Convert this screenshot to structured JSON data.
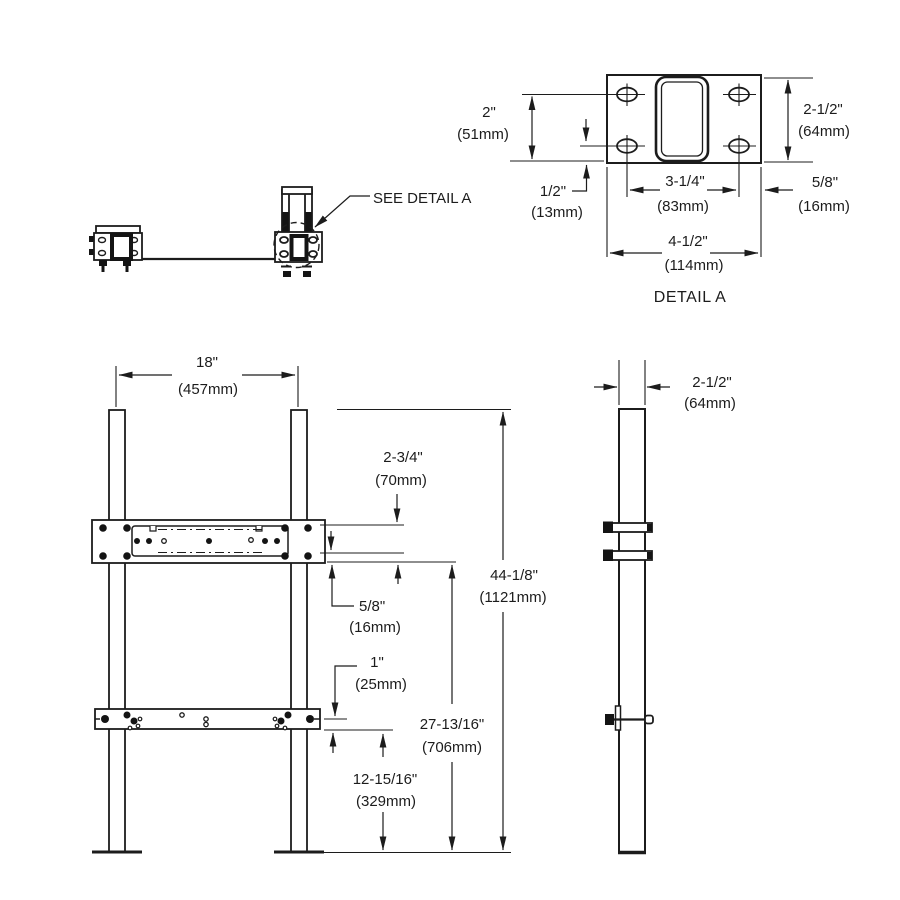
{
  "detail_a": {
    "label": "DETAIL A",
    "dims": {
      "hole_to_edge": {
        "in": "2\"",
        "mm": "(51mm)"
      },
      "plate_height": {
        "in": "2-1/2\"",
        "mm": "(64mm)"
      },
      "hole_offset": {
        "in": "1/2\"",
        "mm": "(13mm)"
      },
      "hole_spacing": {
        "in": "3-1/4\"",
        "mm": "(83mm)"
      },
      "edge_margin": {
        "in": "5/8\"",
        "mm": "(16mm)"
      },
      "plate_width": {
        "in": "4-1/2\"",
        "mm": "(114mm)"
      }
    }
  },
  "top_view": {
    "callout": "SEE DETAIL A"
  },
  "front_view": {
    "dims": {
      "post_spacing": {
        "in": "18\"",
        "mm": "(457mm)"
      },
      "bracket_height": {
        "in": "2-3/4\"",
        "mm": "(70mm)"
      },
      "overall_height": {
        "in": "44-1/8\"",
        "mm": "(1121mm)"
      },
      "plate_lip": {
        "in": "5/8\"",
        "mm": "(16mm)"
      },
      "bolt_offset": {
        "in": "1\"",
        "mm": "(25mm)"
      },
      "upper_plate_height": {
        "in": "27-13/16\"",
        "mm": "(706mm)"
      },
      "lower_plate_height": {
        "in": "12-15/16\"",
        "mm": "(329mm)"
      }
    }
  },
  "side_view": {
    "dims": {
      "post_depth": {
        "in": "2-1/2\"",
        "mm": "(64mm)"
      }
    }
  }
}
